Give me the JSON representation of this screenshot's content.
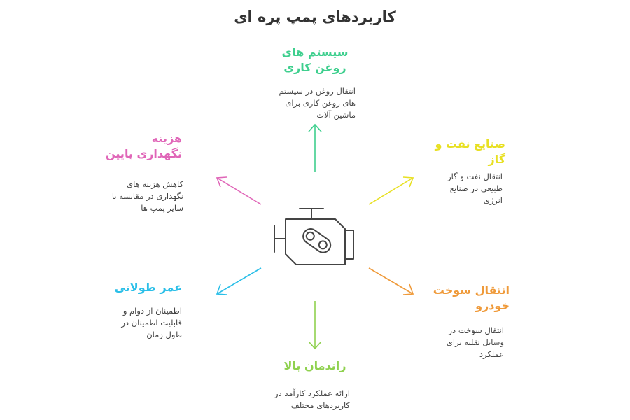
{
  "title": "کاربردهای پمپ پره ای",
  "colors": {
    "lubrication": "#3ecf8e",
    "oilgas": "#e8e023",
    "fuel": "#ef9a3a",
    "performance": "#8fd14f",
    "lifespan": "#2bbfe8",
    "maintenance": "#e066b8",
    "icon": "#444444"
  },
  "center_icon": "engine-pump-icon",
  "nodes": {
    "lubrication": {
      "title_l1": "سیستم های",
      "title_l2": "روغن کاری",
      "desc_l1": "انتقال روغن در سیستم",
      "desc_l2": "های روغن کاری برای",
      "desc_l3": "ماشین آلات"
    },
    "oilgas": {
      "title_l1": "صنایع نفت و",
      "title_l2": "گاز",
      "desc_l1": "انتقال نفت و گاز",
      "desc_l2": "طبیعی در صنایع",
      "desc_l3": "انرژی"
    },
    "fuel": {
      "title_l1": "انتقال سوخت",
      "title_l2": "خودرو",
      "desc_l1": "انتقال سوخت در",
      "desc_l2": "وسایل نقلیه برای",
      "desc_l3": "عملکرد"
    },
    "performance": {
      "title_l1": "راندمان بالا",
      "desc_l1": "ارائه عملکرد کارآمد در",
      "desc_l2": "کاربردهای مختلف"
    },
    "lifespan": {
      "title_l1": "عمر طولانی",
      "desc_l1": "اطمینان از دوام و",
      "desc_l2": "قابلیت اطمینان در",
      "desc_l3": "طول زمان"
    },
    "maintenance": {
      "title_l1": "هزینه",
      "title_l2": "نگهداری پایین",
      "desc_l1": "کاهش هزینه های",
      "desc_l2": "نگهداری در مقایسه با",
      "desc_l3": "سایر پمپ ها"
    }
  }
}
